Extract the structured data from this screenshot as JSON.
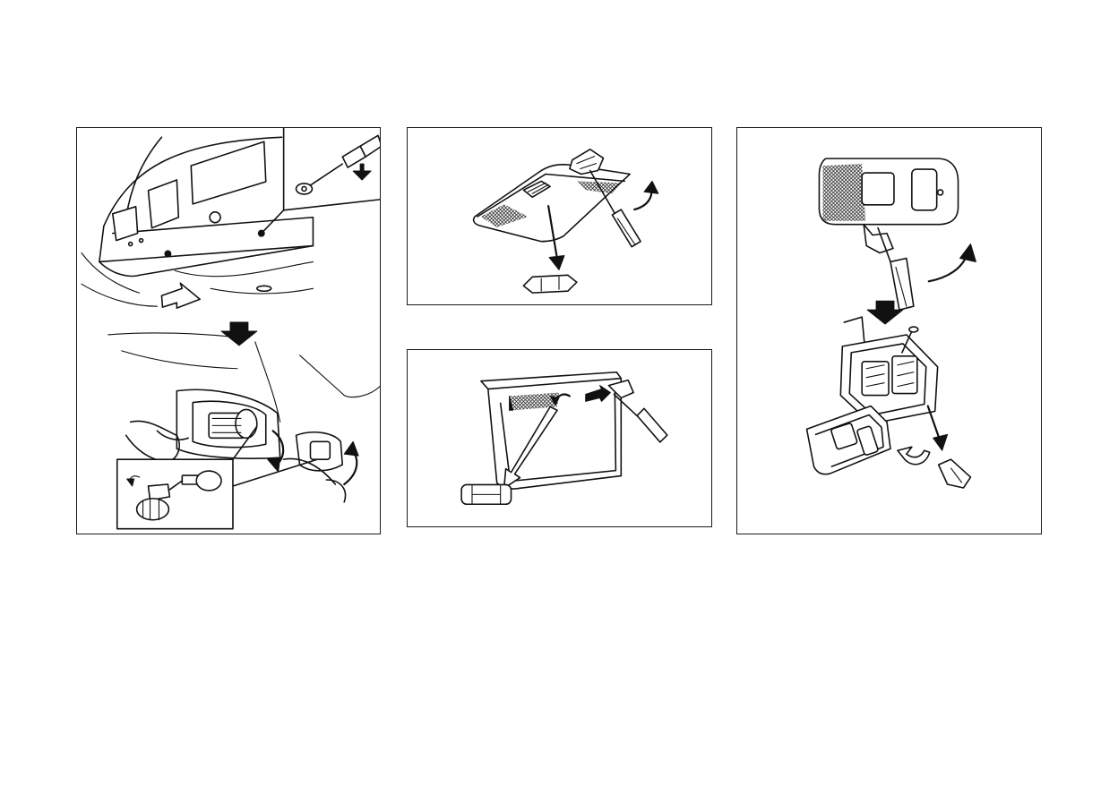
{
  "figures": [
    {
      "id": "fig-overhead-bulb-replacement"
    },
    {
      "id": "fig-dome-light-bulb-replacement"
    },
    {
      "id": "fig-vanity-light-bulb-replacement"
    },
    {
      "id": "fig-map-light-bulb-replacement"
    }
  ],
  "colors": {
    "line": "#111111",
    "background": "#ffffff",
    "border": "#1a1a1a"
  }
}
